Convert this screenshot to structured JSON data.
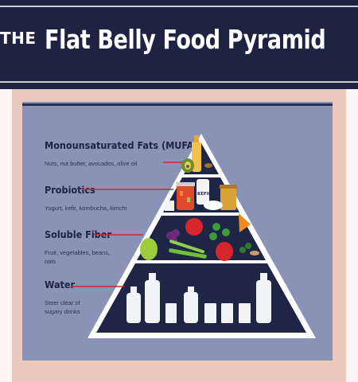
{
  "header": {
    "prefix": "THE",
    "title": "Flat Belly Food Pyramid"
  },
  "tiers": [
    {
      "name": "Monounsaturated Fats (MUFAs)",
      "description": "Nuts, nut butter, avocados, olive oil"
    },
    {
      "name": "Probiotics",
      "description": "Yogurt, kefir, kombucha, kimchi"
    },
    {
      "name": "Soluble Fiber",
      "description": "Fruit, vegetables, beans, oats"
    },
    {
      "name": "Water",
      "description": "Steer clear of sugary drinks"
    }
  ],
  "bottle_labels": {
    "kefir": "KEFIR"
  },
  "colors": {
    "header_bg": "#1d2340",
    "frame": "#ecc9bd",
    "panel": "#8a93b6",
    "pyramid_fill": "#1f2544",
    "pointer_line": "#d0282c"
  }
}
